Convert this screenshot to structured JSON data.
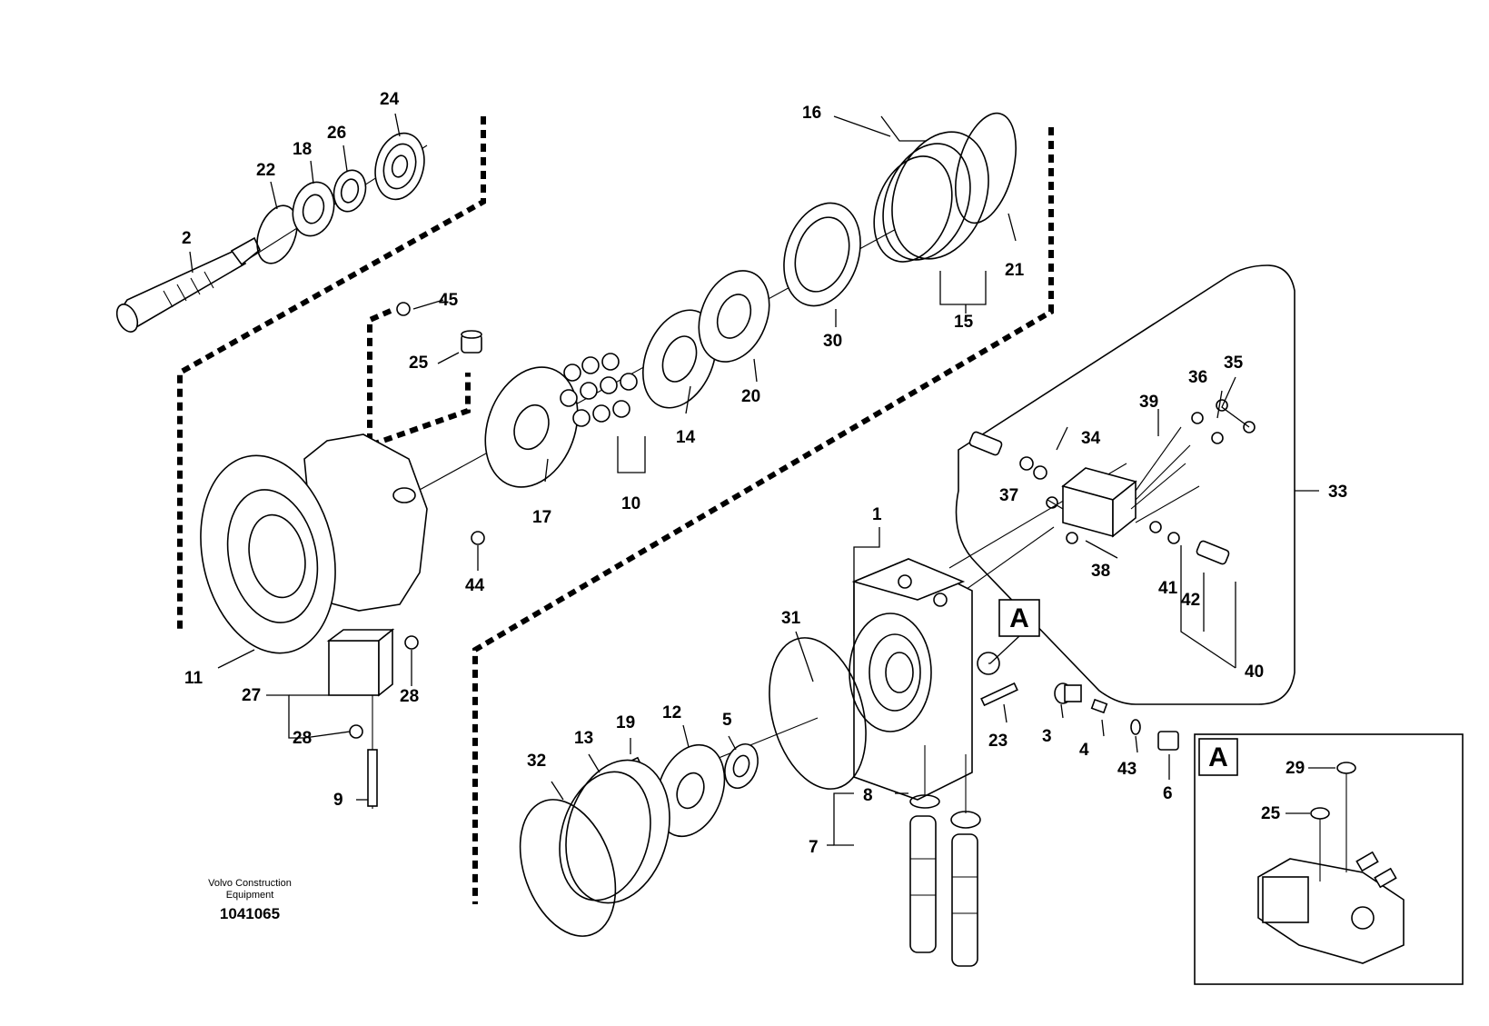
{
  "brand": {
    "line1": "Volvo Construction",
    "line2": "Equipment"
  },
  "document_number": "1041065",
  "callouts": {
    "p1": "1",
    "p2": "2",
    "p3": "3",
    "p4": "4",
    "p5": "5",
    "p6": "6",
    "p7": "7",
    "p8": "8",
    "p9": "9",
    "p10": "10",
    "p11": "11",
    "p12": "12",
    "p13": "13",
    "p14": "14",
    "p15": "15",
    "p16": "16",
    "p17": "17",
    "p18": "18",
    "p19": "19",
    "p20": "20",
    "p21": "21",
    "p22": "22",
    "p23": "23",
    "p24": "24",
    "p25": "25",
    "p26": "26",
    "p27": "27",
    "p28a": "28",
    "p28b": "28",
    "p29": "29",
    "p30": "30",
    "p31": "31",
    "p32": "32",
    "p33": "33",
    "p34": "34",
    "p35": "35",
    "p36": "36",
    "p37": "37",
    "p38": "38",
    "p39": "39",
    "p40": "40",
    "p41": "41",
    "p42": "42",
    "p43": "43",
    "p44": "44",
    "p45": "45",
    "p25b": "25"
  },
  "detail_view": {
    "label_main": "A",
    "label_inset": "A"
  }
}
